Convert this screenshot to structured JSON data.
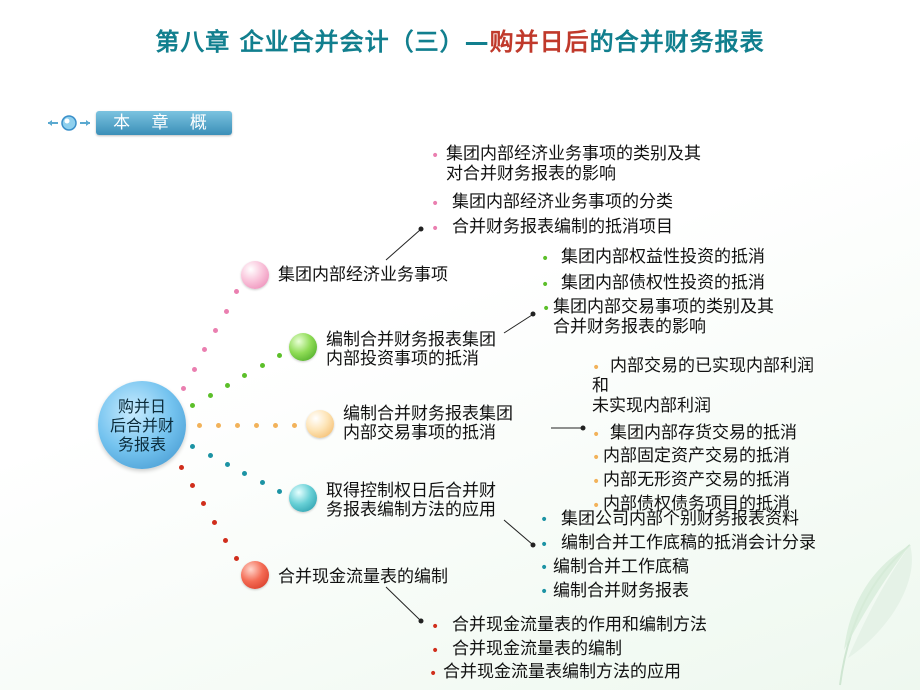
{
  "title": {
    "part1": "第八章  企业合并会计（三）—",
    "highlight": "购并日后",
    "part2": "的合并财务报表"
  },
  "overview_label": "本 章 概 览",
  "hub_label": "购并日\n后合并财\n务报表",
  "colors": {
    "title": "#117f8e",
    "highlight": "#c0392b",
    "pink": "#ea7fb0",
    "green": "#5cbf2a",
    "orange": "#f2b25a",
    "teal": "#1c93a4",
    "red": "#d02e1c"
  },
  "branches": [
    {
      "label": "集团内部经济业务事项",
      "color": "pink",
      "items": [
        "集团内部经济业务事项的类别及其\n对合并财务报表的影响",
        "集团内部经济业务事项的分类",
        "合并财务报表编制的抵消项目"
      ]
    },
    {
      "label": "编制合并财务报表集团\n内部投资事项的抵消",
      "color": "green",
      "items": [
        "集团内部权益性投资的抵消",
        "集团内部债权性投资的抵消",
        "集团内部交易事项的类别及其\n合并财务报表的影响"
      ]
    },
    {
      "label": "编制合并财务报表集团\n内部交易事项的抵消",
      "color": "orange",
      "items": [
        "内部交易的已实现内部利润\n和\n 未实现内部利润",
        "集团内部存货交易的抵消",
        "内部固定资产交易的抵消",
        "内部无形资产交易的抵消",
        "内部债权债务项目的抵消"
      ]
    },
    {
      "label": "取得控制权日后合并财\n务报表编制方法的应用",
      "color": "teal",
      "items": [
        "集团公司内部个别财务报表资料",
        "编制合并工作底稿的抵消会计分录",
        "编制合并工作底稿",
        "编制合并财务报表"
      ]
    },
    {
      "label": "合并现金流量表的编制",
      "color": "red",
      "items": [
        "合并现金流量表的作用和编制方法",
        "合并现金流量表的编制",
        "合并现金流量表编制方法的应用"
      ]
    }
  ],
  "bullet_glyph": "•"
}
